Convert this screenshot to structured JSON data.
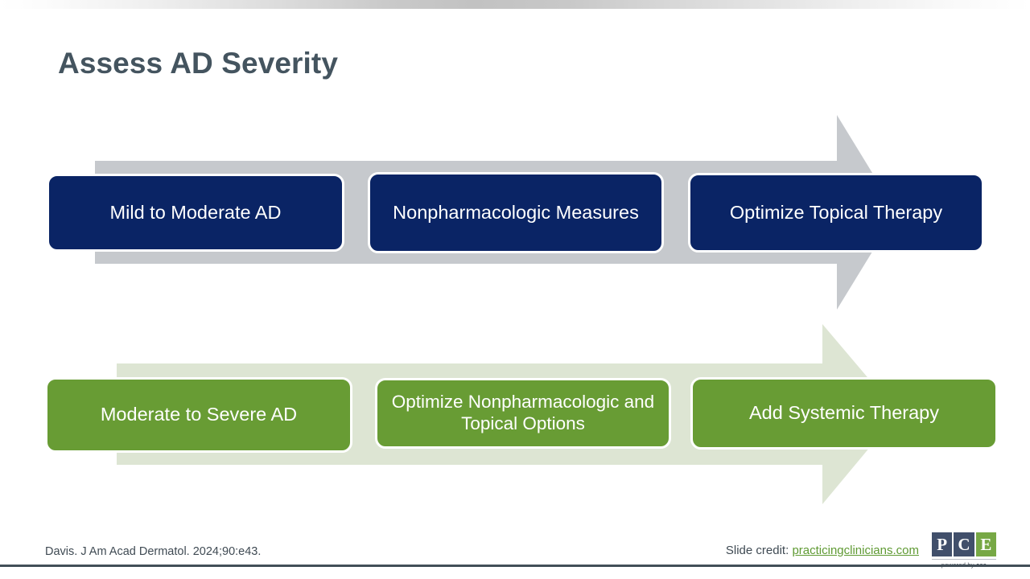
{
  "slide": {
    "title": "Assess AD Severity",
    "title_color": "#44545f",
    "background": "#ffffff"
  },
  "flows": [
    {
      "id": "mild-to-moderate-flow",
      "accent_box_color": "#0a2465",
      "accent_band_color": "#c6c9cd",
      "steps": [
        {
          "id": "step-severity",
          "label": "Mild to Moderate AD"
        },
        {
          "id": "step-nonpharmacologic",
          "label": "Nonpharmacologic Measures"
        },
        {
          "id": "step-topical",
          "label": "Optimize Topical Therapy"
        }
      ]
    },
    {
      "id": "moderate-to-severe-flow",
      "accent_box_color": "#689c34",
      "accent_band_color": "#dde5d3",
      "steps": [
        {
          "id": "step-severity",
          "label": "Moderate to Severe AD"
        },
        {
          "id": "step-optimize",
          "label": "Optimize Nonpharmacologic and Topical Options"
        },
        {
          "id": "step-systemic",
          "label": "Add Systemic Therapy"
        }
      ]
    }
  ],
  "footer": {
    "citation": "Davis. J Am Acad Dermatol. 2024;90:e43.",
    "credit_prefix": "Slide credit:",
    "credit_link": "practicingclinicians.com",
    "credit_link_color": "#5f9a33",
    "rule_color": "#424f58"
  },
  "logo": {
    "letters": [
      "P",
      "C",
      "E"
    ],
    "tagline_prefix": "powered by",
    "tagline_brand": "cea",
    "navy": "#414f6b",
    "green": "#77a845"
  }
}
